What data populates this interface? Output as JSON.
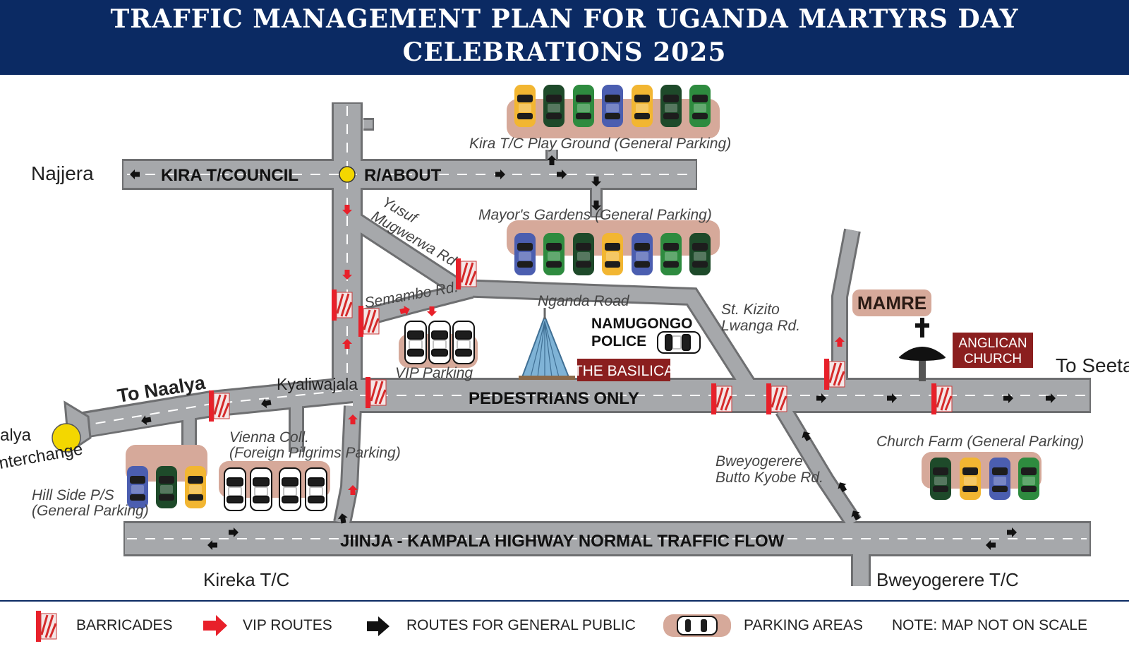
{
  "title": {
    "line1": "TRAFFIC MANAGEMENT PLAN FOR UGANDA MARTYRS DAY",
    "line2": "CELEBRATIONS 2025"
  },
  "colors": {
    "header_bg": "#0b2a63",
    "road": "#a6a8ab",
    "vip_arrow": "#e8202a",
    "public_arrow": "#111111",
    "parking_bg": "#d6a99a",
    "roundabout": "#f3d700",
    "label_box": "#8b1f1f"
  },
  "places": {
    "najjera": "Najjera",
    "to_naalya": "To Naalya",
    "naalya_interchange_1": "alya",
    "naalya_interchange_2": "nterchange",
    "kyaliwajala": "Kyaliwajala",
    "kireka": "Kireka T/C",
    "bweyogerere_tc": "Bweyogerere T/C",
    "to_seeta": "To Seeta",
    "police_1": "NAMUGONGO",
    "police_2": "POLICE",
    "mamre": "MAMRE",
    "anglican_1": "ANGLICAN",
    "anglican_2": "CHURCH",
    "basilica": "THE BASILICA"
  },
  "roads": {
    "kira_tc": "KIRA T/COUNCIL",
    "rabout": "R/ABOUT",
    "yusuf_1": "Yusuf",
    "yusuf_2": "Mugwerwa Rd",
    "semambo": "Semambo Rd.",
    "nganda": "Nganda Road",
    "kizito_1": "St. Kizito",
    "kizito_2": "Lwanga Rd.",
    "pedestrians": "PEDESTRIANS ONLY",
    "bwey_1": "Bweyogerere",
    "bwey_2": "Butto Kyobe Rd.",
    "highway": "JIINJA - KAMPALA HIGHWAY NORMAL TRAFFIC FLOW"
  },
  "parking": {
    "kira_playground": "Kira T/C Play Ground (General Parking)",
    "mayors_gardens": "Mayor's Gardens (General Parking)",
    "vip": "VIP Parking",
    "vienna_1": "Vienna Coll.",
    "vienna_2": "(Foreign Pilgrims Parking)",
    "hillside_1": "Hill Side P/S",
    "hillside_2": "(General Parking)",
    "church_farm": "Church Farm (General Parking)"
  },
  "legend": {
    "barricades": "BARRICADES",
    "vip_routes": "VIP ROUTES",
    "public_routes": "ROUTES FOR GENERAL PUBLIC",
    "parking_areas": "PARKING AREAS",
    "note": "NOTE: MAP NOT ON SCALE"
  }
}
